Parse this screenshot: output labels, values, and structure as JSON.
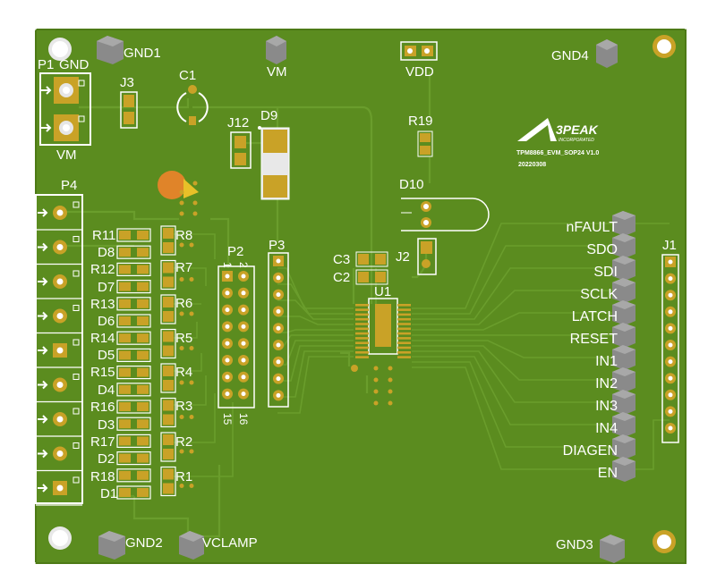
{
  "board": {
    "dimension_width": "97.28",
    "dimension_height": "80.01",
    "colors": {
      "pcb": "#5b8c1f",
      "pcb_edge": "#4d7a16",
      "trace": "#6a9d2c",
      "pad": "#c9a227",
      "silk": "#ffffff",
      "testpoint": "#8a8a8a"
    }
  },
  "logo": {
    "brand": "3PEAK",
    "tagline": "INCORPORATED",
    "board_name": "TPM8866_EVM_SOP24  V1.0",
    "date": "20220308"
  },
  "connectors": {
    "p1": {
      "ref": "P1",
      "pin_labels": [
        "GND",
        "VM"
      ]
    },
    "p4": {
      "ref": "P4"
    },
    "p2": {
      "ref": "P2",
      "pin1": "1",
      "pin2": "2",
      "pin15": "15",
      "pin16": "16"
    },
    "p3": {
      "ref": "P3"
    },
    "j1": {
      "ref": "J1"
    },
    "j2": {
      "ref": "J2"
    },
    "j3": {
      "ref": "J3"
    },
    "j12": {
      "ref": "J12"
    }
  },
  "components": {
    "c1": "C1",
    "c2": "C2",
    "c3": "C3",
    "d9": "D9",
    "d10": "D10",
    "r19": "R19",
    "u1": "U1",
    "left_resistors": [
      "R11",
      "R12",
      "R13",
      "R14",
      "R15",
      "R16",
      "R17",
      "R18"
    ],
    "left_leds": [
      "D8",
      "D7",
      "D6",
      "D5",
      "D4",
      "D3",
      "D2",
      "D1"
    ],
    "mid_resistors": [
      "R8",
      "R7",
      "R6",
      "R5",
      "R4",
      "R3",
      "R2",
      "R1"
    ]
  },
  "testpoints": {
    "gnd1": "GND1",
    "vm": "VM",
    "vdd": "VDD",
    "gnd4": "GND4",
    "gnd2": "GND2",
    "vclamp": "VCLAMP",
    "gnd3": "GND3",
    "signals": [
      "nFAULT",
      "SDO",
      "SDI",
      "SCLK",
      "LATCH",
      "RESET",
      "IN1",
      "IN2",
      "IN3",
      "IN4",
      "DIAGEN",
      "EN"
    ]
  }
}
